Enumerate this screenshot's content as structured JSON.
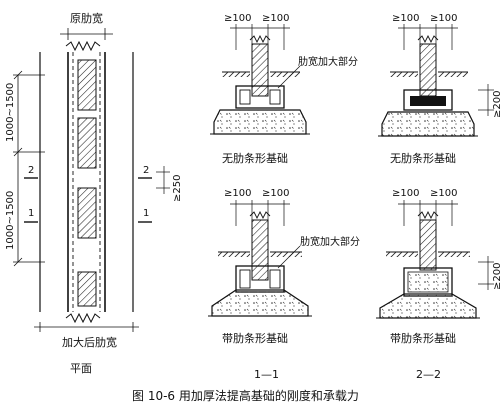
{
  "plan": {
    "top_label": "原肋宽",
    "bottom_label": "加大后肋宽",
    "view_label": "平面",
    "dim_1000_1500_a": "1000~1500",
    "dim_1000_1500_b": "1000~1500",
    "section_2": "2",
    "section_1": "1",
    "dim_250": "≥250"
  },
  "sections": {
    "dim_100": "≥100",
    "dim_200": "≥200",
    "rib_enlarged": "肋宽加大部分",
    "tl_caption": "无肋条形基础",
    "tr_caption": "无肋条形基础",
    "bl_caption": "带肋条形基础",
    "br_caption": "带肋条形基础",
    "sec_1_1": "1—1",
    "sec_2_2": "2—2"
  },
  "caption": {
    "text": "图 10-6   用加厚法提高基础的刚度和承载力"
  }
}
